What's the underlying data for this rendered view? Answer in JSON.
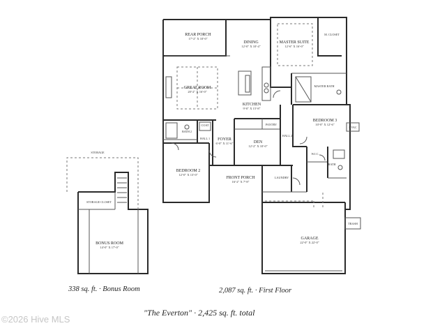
{
  "plan": {
    "rooms": {
      "rear_porch": {
        "name": "REAR PORCH",
        "dims": "17'-2\" X 10'-0\""
      },
      "dining": {
        "name": "DINING",
        "dims": "12'-0\" X 10'-4\""
      },
      "master_suite": {
        "name": "MASTER SUITE",
        "dims": "12'-6\" X 16'-0\""
      },
      "m_closet": {
        "name": "M. CLOSET"
      },
      "great_room": {
        "name": "GREAT ROOM",
        "dims": "20'-2\" X 16'-0\""
      },
      "kitchen": {
        "name": "KITCHEN",
        "dims": "9'-0\" X 15'-8\""
      },
      "master_bath": {
        "name": "MASTER BATH"
      },
      "bedroom3": {
        "name": "BEDROOM 3",
        "dims": "10'-0\" X 12'-6\""
      },
      "pantry": {
        "name": "PANTRY"
      },
      "bath2": {
        "name": "BATH 2"
      },
      "coat": {
        "name": "COAT"
      },
      "hall1": {
        "name": "HALL 1"
      },
      "foyer": {
        "name": "FOYER",
        "dims": "6'-0\" X 11'-6\""
      },
      "den": {
        "name": "DEN",
        "dims": "12'-2\" X 10'-0\""
      },
      "hall2": {
        "name": "HALL 2"
      },
      "hvac": {
        "name": "HVAC"
      },
      "storage": {
        "name": "STORAGE"
      },
      "bedroom2": {
        "name": "BEDROOM 2",
        "dims": "12'-0\" X 13'-0\""
      },
      "front_porch": {
        "name": "FRONT PORCH",
        "dims": "16'-2\" X 7'-8\""
      },
      "laundry": {
        "name": "LAUNDRY"
      },
      "wic": {
        "name": "W.I.C."
      },
      "bath": {
        "name": "BATH"
      },
      "storage_closet": {
        "name": "STORAGE CLOSET"
      },
      "garage": {
        "name": "GARAGE",
        "dims": "22'-0\" X 22'-0\""
      },
      "trash": {
        "name": "TRASH"
      },
      "bonus_room": {
        "name": "BONUS ROOM",
        "dims": "14'-0\" X 17'-0\""
      }
    }
  },
  "captions": {
    "bonus": "338 sq. ft.  ·  Bonus Room",
    "first_floor": "2,087 sq. ft.  ·  First Floor",
    "title": "\"The Everton\"  ·  2,425 sq. ft. total"
  },
  "watermark": "©2026 Hive MLS"
}
